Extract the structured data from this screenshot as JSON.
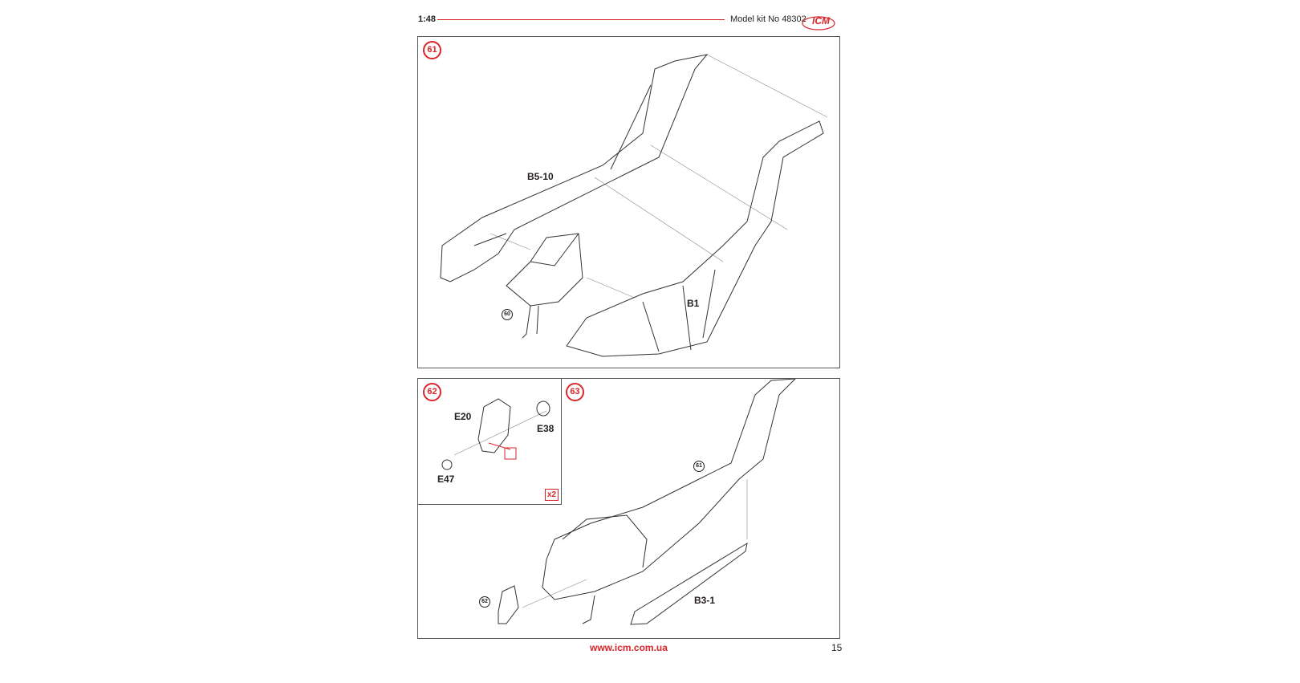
{
  "header": {
    "scale": "1:48",
    "kit_number": "Model kit No 48302",
    "logo": "ICM"
  },
  "steps": [
    {
      "number": "61",
      "parts": [
        "B5-10",
        "B1"
      ],
      "refs": [
        "60"
      ]
    },
    {
      "number": "62",
      "parts": [
        "E20",
        "E38",
        "E47"
      ],
      "multiplier": "x2"
    },
    {
      "number": "63",
      "parts": [
        "B3-1"
      ],
      "refs": [
        "61",
        "62"
      ]
    }
  ],
  "footer": {
    "url": "www.icm.com.ua",
    "page": "15"
  },
  "colors": {
    "accent": "#d8262b",
    "line": "#333333"
  }
}
